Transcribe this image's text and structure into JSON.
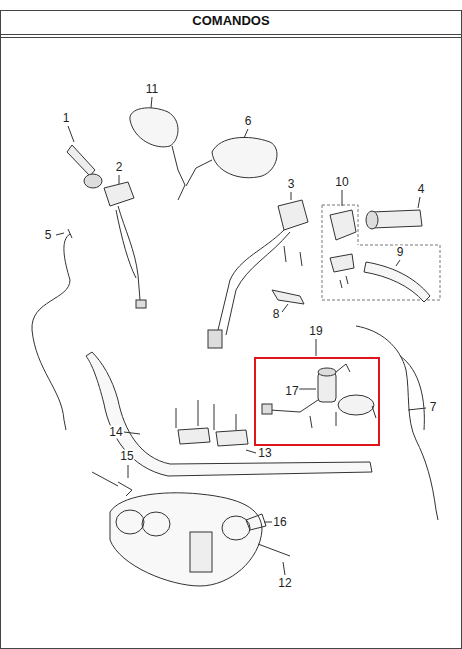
{
  "diagram": {
    "title": "COMANDOS",
    "nodes": [
      {
        "text": [
          "17"
        ]
      }
    ],
    "labels": [
      "1",
      "11",
      "6",
      "2",
      "3",
      "10",
      "4",
      "5",
      "9",
      "8",
      "19",
      "7",
      "14",
      "15",
      "13",
      "16",
      "12"
    ]
  }
}
